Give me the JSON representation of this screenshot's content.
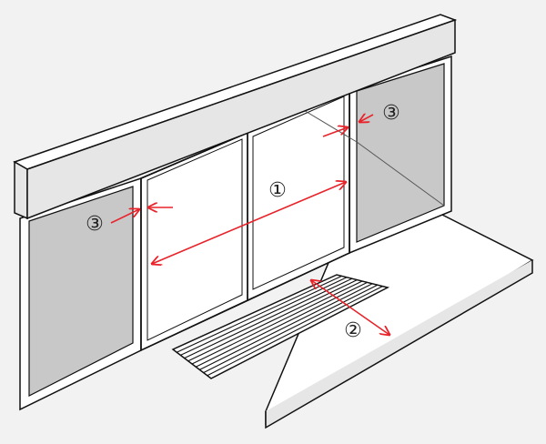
{
  "colors": {
    "background": "#f2f2f2",
    "outline": "#111111",
    "frame": "#ffffff",
    "glass_fixed": "#c8c8c8",
    "door_opening": "#ffffff",
    "arrow": "#e8232a",
    "label": "#222222"
  },
  "labels": {
    "opening_width": "①",
    "mat_depth": "②",
    "fixed_panel_left": "③",
    "fixed_panel_right": "③"
  }
}
